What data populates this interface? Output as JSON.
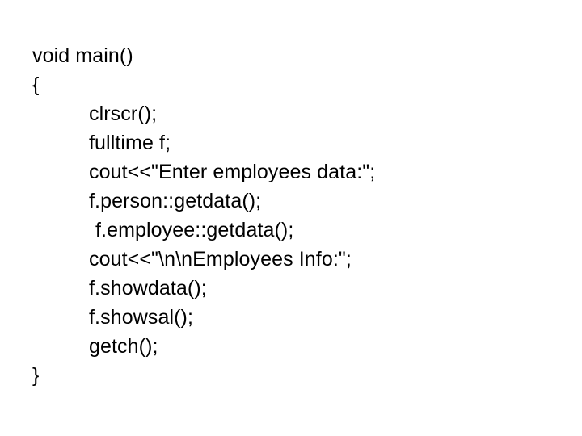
{
  "slide": {
    "background_color": "#ffffff",
    "text_color": "#000000",
    "language": "cpp",
    "code": {
      "lines": [
        {
          "text": "void main()",
          "indent": 0
        },
        {
          "text": "{",
          "indent": 0
        },
        {
          "text": "clrscr();",
          "indent": 1
        },
        {
          "text": "fulltime f;",
          "indent": 1
        },
        {
          "text": "cout<<\"Enter employees data:\";",
          "indent": 1
        },
        {
          "text": "f.person::getdata();",
          "indent": 1
        },
        {
          "text": "f.employee::getdata();",
          "indent": 2
        },
        {
          "text": "cout<<\"\\n\\nEmployees Info:\";",
          "indent": 1
        },
        {
          "text": "f.showdata();",
          "indent": 1
        },
        {
          "text": "f.showsal();",
          "indent": 1
        },
        {
          "text": "getch();",
          "indent": 1
        },
        {
          "text": "}",
          "indent": 0
        }
      ]
    }
  }
}
